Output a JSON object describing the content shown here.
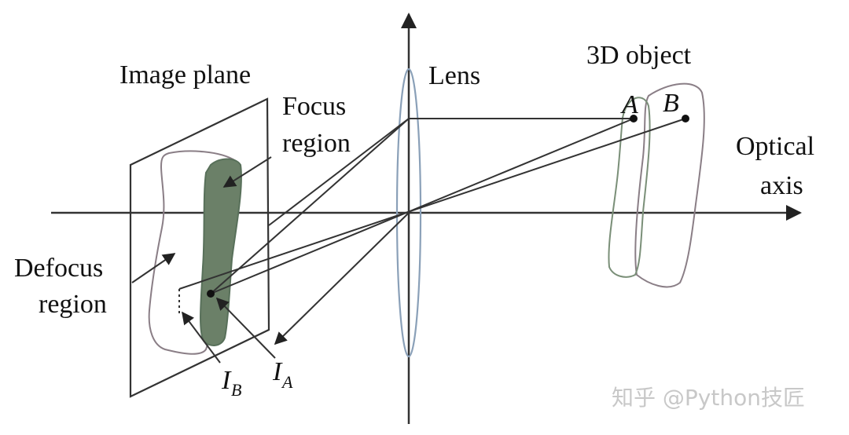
{
  "labels": {
    "image_plane": "Image plane",
    "focus_region_line1": "Focus",
    "focus_region_line2": "region",
    "defocus_region_line1": "Defocus",
    "defocus_region_line2": "region",
    "lens": "Lens",
    "object": "3D object",
    "optical_axis_line1": "Optical",
    "optical_axis_line2": "axis",
    "point_a": "A",
    "point_b": "B",
    "image_a_main": "I",
    "image_a_sub": "A",
    "image_b_main": "I",
    "image_b_sub": "B"
  },
  "watermark": "知乎 @Python技匠",
  "colors": {
    "line": "#333333",
    "focus_fill": "#6b8068",
    "focus_stroke": "#58705a",
    "object_outline": "#8a7e86",
    "object_inner": "#7a8f78",
    "lens_outline": "#8aa0b8",
    "defocus_outline": "#8a7e86"
  }
}
